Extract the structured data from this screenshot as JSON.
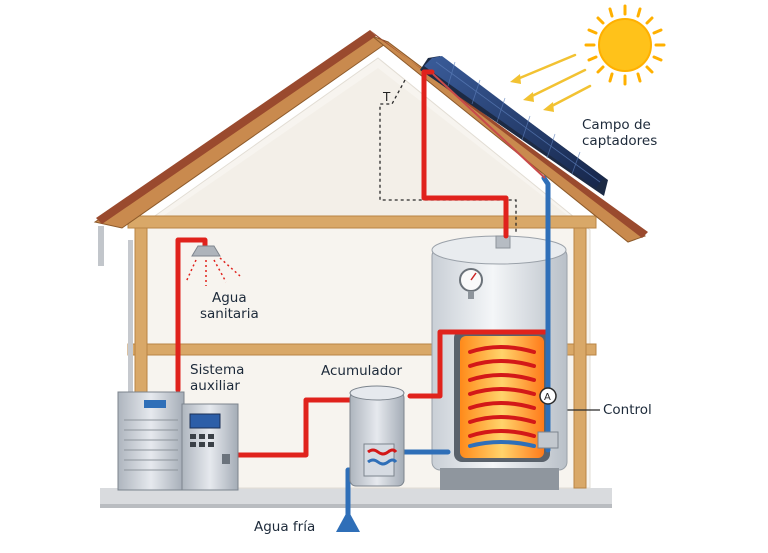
{
  "labels": {
    "solar_field_line1": "Campo de",
    "solar_field_line2": "captadores",
    "hot_water_line1": "Agua",
    "hot_water_line2": "sanitaria",
    "aux_system_line1": "Sistema",
    "aux_system_line2": "auxiliar",
    "storage_tank": "Acumulador",
    "control": "Control",
    "cold_water": "Agua fría",
    "sensor_t": "T",
    "sensor_a": "A"
  },
  "colors": {
    "hot_pipe": "#e0221c",
    "cold_pipe": "#2f6fb8",
    "roof": "#9a4a2e",
    "timber": "#d9a868",
    "wall": "#f7f4ef",
    "sun": "#ffc21a",
    "panel": "#1f3566"
  }
}
